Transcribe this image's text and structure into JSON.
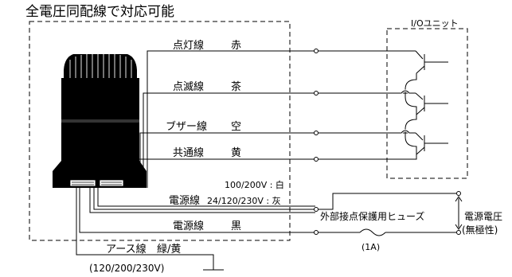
{
  "title": "全電圧同配線で対応可能",
  "io_unit_label": "I/Oユニット",
  "wires": {
    "lamp": {
      "name": "点灯線",
      "color": "赤"
    },
    "flash": {
      "name": "点滅線",
      "color": "茶"
    },
    "buzzer": {
      "name": "ブザー線",
      "color": "空"
    },
    "common": {
      "name": "共通線",
      "color": "黄"
    },
    "power1": {
      "name": "電源線",
      "voltage_a": "100/200V : 白",
      "voltage_b": "24/120/230V : 灰"
    },
    "power2": {
      "name": "電源線",
      "color": "黒"
    },
    "earth": {
      "name": "アース線",
      "color": "緑/黄",
      "voltage": "(120/200/230V)"
    }
  },
  "fuse_label": "外部接点保護用ヒューズ",
  "fuse_rating": "(1A)",
  "supply_label": "電源電圧",
  "supply_note": "(無極性)"
}
